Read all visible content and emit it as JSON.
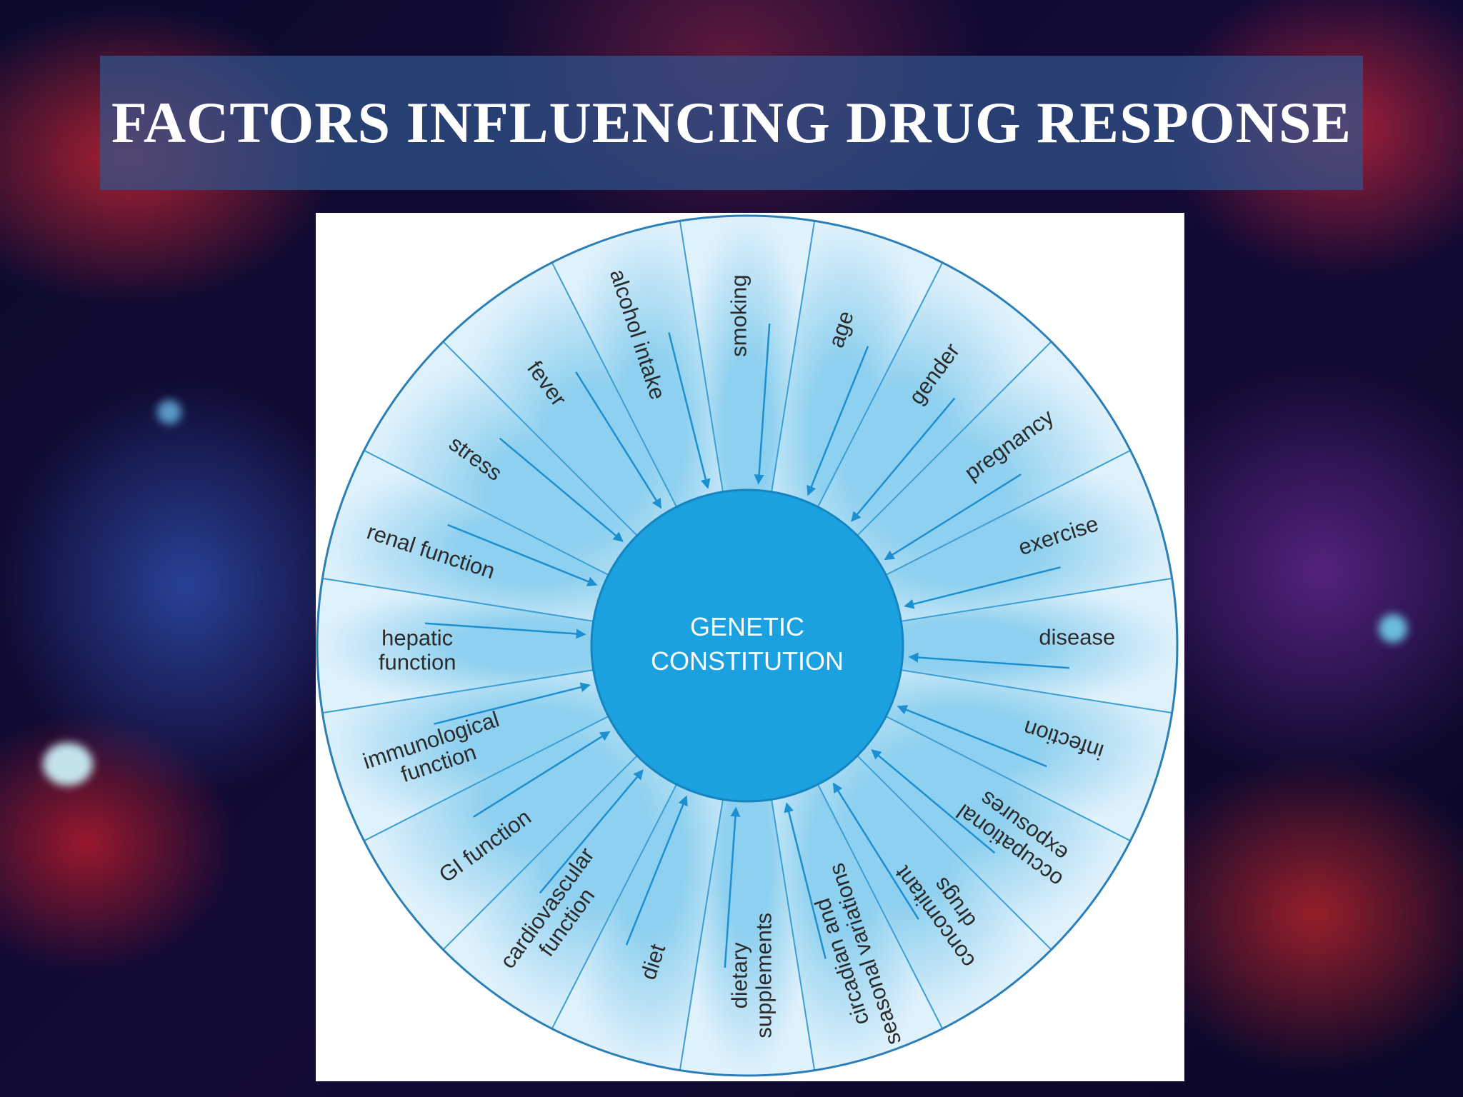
{
  "slide": {
    "title": "FACTORS INFLUENCING DRUG RESPONSE"
  },
  "diagram": {
    "center_lines": [
      "GENETIC",
      "CONSTITUTION"
    ],
    "factors": [
      "smoking",
      "age",
      "gender",
      "pregnancy",
      "exercise",
      "disease",
      "infection",
      "occupational exposures",
      "concomitant drugs",
      "circadian and seasonal variations",
      "dietary supplements",
      "diet",
      "cardiovascular function",
      "GI function",
      "immunological function",
      "hepatic function",
      "renal function",
      "stress",
      "fever",
      "alcohol intake"
    ],
    "colors": {
      "ring_light": "#eaf6fd",
      "ring_dark": "#4fb6e6",
      "center_fill": "#1ba1df",
      "line": "#1c8fd0",
      "outline": "#2a7fb8"
    }
  }
}
